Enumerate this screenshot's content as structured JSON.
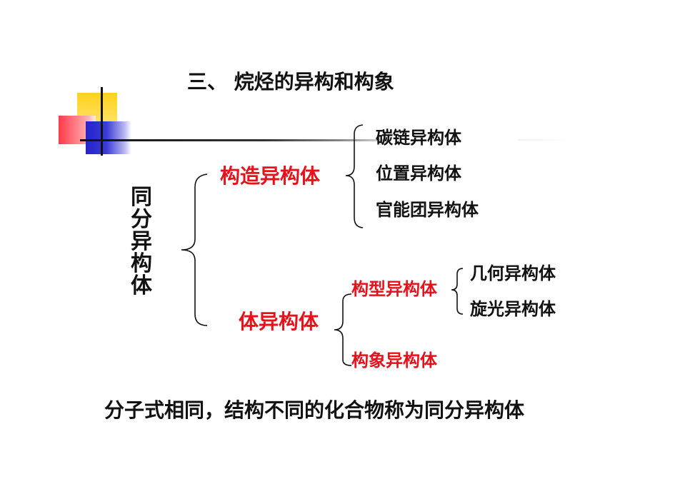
{
  "title": "三、  烷烃的异构和构象",
  "root": {
    "label": "同分异构体",
    "chars": [
      "同",
      "分",
      "异",
      "构",
      "体"
    ]
  },
  "branches": {
    "constitutional": {
      "label": "构造异构体",
      "children": [
        "碳链异构体",
        "位置异构体",
        "官能团异构体"
      ]
    },
    "stereo": {
      "label": "体异构体",
      "configurational": {
        "label": "构型异构体",
        "children": [
          "几何异构体",
          "旋光异构体"
        ]
      },
      "conformational": {
        "label": "构象异构体"
      }
    }
  },
  "definition": "分子式相同，结构不同的化合物称为同分异构体",
  "colors": {
    "text": "#111111",
    "highlight": "#e8101a",
    "deco_yellow": "#ffd21a",
    "deco_red": "#ff4a55",
    "deco_blue": "#2a2ad0"
  }
}
